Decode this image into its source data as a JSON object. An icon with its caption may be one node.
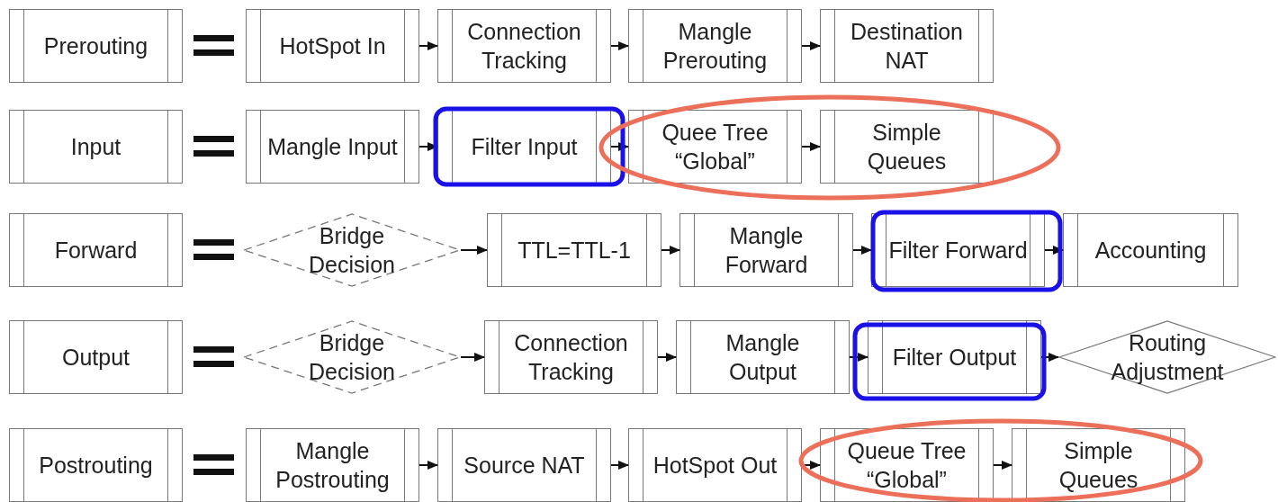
{
  "diagram": {
    "nodes": [
      {
        "text": [
          "Prerouting"
        ]
      },
      {
        "text": [
          "HotSpot In"
        ]
      },
      {
        "text": [
          "Connection Tracking"
        ]
      },
      {
        "text": [
          "Mangle Prerouting"
        ]
      },
      {
        "text": [
          "Destination NAT"
        ]
      },
      {
        "text": [
          "Input"
        ]
      },
      {
        "text": [
          "Mangle Input"
        ]
      },
      {
        "text": [
          "Filter Input"
        ]
      },
      {
        "text": [
          "Quee Tree “Global”"
        ]
      },
      {
        "text": [
          "Simple Queues"
        ]
      },
      {
        "text": [
          "Forward"
        ]
      },
      {
        "text": [
          "Bridge Decision"
        ]
      },
      {
        "text": [
          "TTL=TTL-1"
        ]
      },
      {
        "text": [
          "Mangle Forward"
        ]
      },
      {
        "text": [
          "Filter Forward"
        ]
      },
      {
        "text": [
          "Accounting"
        ]
      },
      {
        "text": [
          "Output"
        ]
      },
      {
        "text": [
          "Bridge Decision"
        ]
      },
      {
        "text": [
          "Connection Tracking"
        ]
      },
      {
        "text": [
          "Mangle Output"
        ]
      },
      {
        "text": [
          "Filter Output"
        ]
      },
      {
        "text": [
          "Routing Adjustment"
        ]
      },
      {
        "text": [
          "Postrouting"
        ]
      },
      {
        "text": [
          "Mangle Postrouting"
        ]
      },
      {
        "text": [
          "Source NAT"
        ]
      },
      {
        "text": [
          "HotSpot Out"
        ]
      },
      {
        "text": [
          "Queue Tree “Global”"
        ]
      },
      {
        "text": [
          "Simple Queues"
        ]
      }
    ],
    "edges": [
      {
        "from": 1,
        "to": 2,
        "arrow": "to"
      },
      {
        "from": 2,
        "to": 3,
        "arrow": "to"
      },
      {
        "from": 3,
        "to": 4,
        "arrow": "to"
      },
      {
        "from": 6,
        "to": 7,
        "arrow": "to"
      },
      {
        "from": 7,
        "to": 8,
        "arrow": "to"
      },
      {
        "from": 8,
        "to": 9,
        "arrow": "to"
      },
      {
        "from": 11,
        "to": 12,
        "arrow": "to"
      },
      {
        "from": 12,
        "to": 13,
        "arrow": "to"
      },
      {
        "from": 13,
        "to": 14,
        "arrow": "to"
      },
      {
        "from": 14,
        "to": 15,
        "arrow": "to"
      },
      {
        "from": 17,
        "to": 18,
        "arrow": "to"
      },
      {
        "from": 18,
        "to": 19,
        "arrow": "to"
      },
      {
        "from": 19,
        "to": 20,
        "arrow": "to"
      },
      {
        "from": 20,
        "to": 21,
        "arrow": "to"
      },
      {
        "from": 23,
        "to": 24,
        "arrow": "to"
      },
      {
        "from": 24,
        "to": 25,
        "arrow": "to"
      },
      {
        "from": 25,
        "to": 26,
        "arrow": "to"
      },
      {
        "from": 26,
        "to": 27,
        "arrow": "to"
      }
    ]
  }
}
